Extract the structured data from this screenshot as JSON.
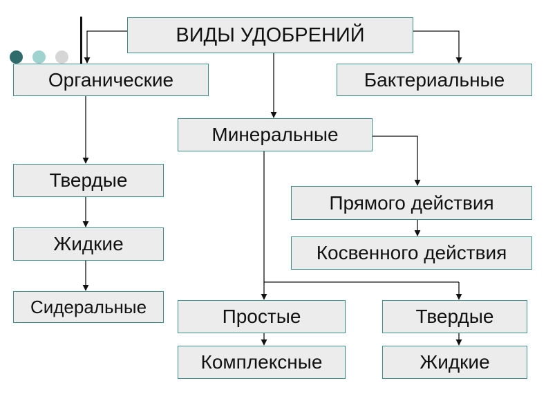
{
  "diagram": {
    "nodes": {
      "root": "ВИДЫ УДОБРЕНИЙ",
      "organic": "Органические",
      "bacterial": "Бактериальные",
      "mineral": "Минеральные",
      "solid_org": "Твердые",
      "liquid_org": "Жидкие",
      "sideral": "Сидеральные",
      "direct": "Прямого действия",
      "indirect": "Косвенного действия",
      "simple": "Простые",
      "complex": "Комплексные",
      "solid_min": "Твердые",
      "liquid_min": "Жидкие"
    },
    "edges": [
      [
        "root",
        "organic"
      ],
      [
        "root",
        "bacterial"
      ],
      [
        "root",
        "mineral"
      ],
      [
        "organic",
        "solid_org"
      ],
      [
        "solid_org",
        "liquid_org"
      ],
      [
        "liquid_org",
        "sideral"
      ],
      [
        "mineral",
        "direct"
      ],
      [
        "direct",
        "indirect"
      ],
      [
        "mineral",
        "simple"
      ],
      [
        "mineral",
        "solid_min"
      ],
      [
        "simple",
        "complex"
      ],
      [
        "solid_min",
        "liquid_min"
      ]
    ]
  },
  "colors": {
    "box_fill": "#ececec",
    "box_border": "#3a8d8a",
    "dot_dark": "#2f6b6a",
    "dot_mid": "#9fd3cf",
    "dot_light": "#d6d6d6"
  }
}
